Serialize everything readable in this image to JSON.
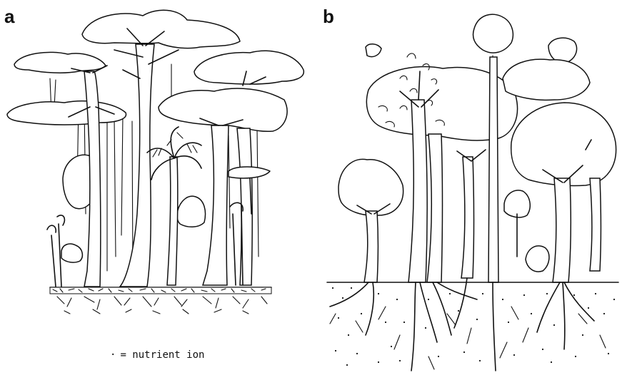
{
  "panels": {
    "a": {
      "label": "a"
    },
    "b": {
      "label": "b"
    }
  },
  "legend": {
    "symbol": "·",
    "text": "= nutrient ion"
  }
}
